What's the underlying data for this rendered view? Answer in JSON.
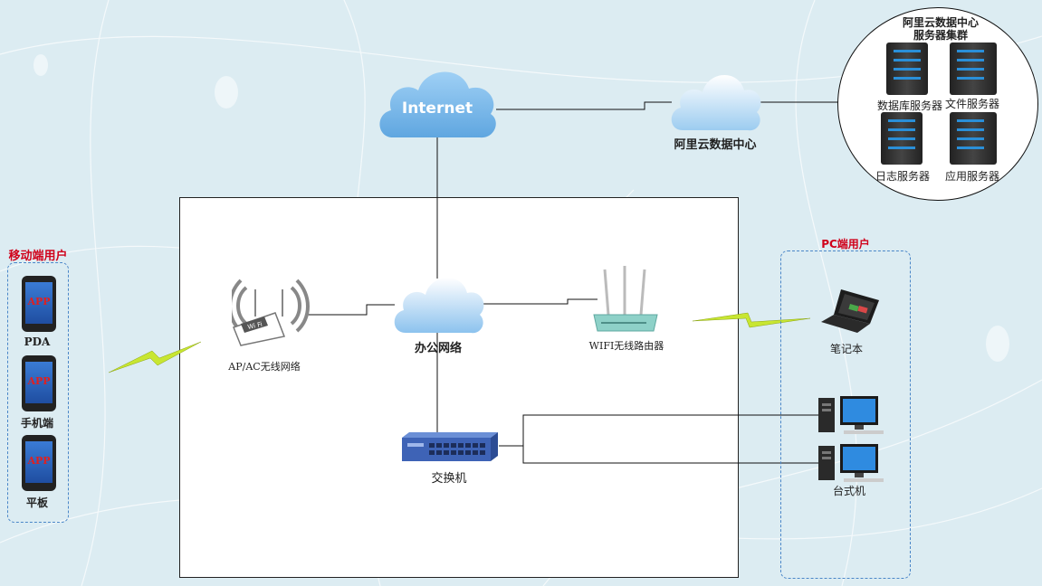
{
  "internet": {
    "label": "Internet"
  },
  "aliyun": {
    "label": "阿里云数据中心"
  },
  "cluster": {
    "title_line1": "阿里云数据中心",
    "title_line2": "服务器集群",
    "db": "数据库服务器",
    "file": "文件服务器",
    "log": "日志服务器",
    "app": "应用服务器"
  },
  "office": {
    "label": "办公网络"
  },
  "ap": {
    "label": "AP/AC无线网络"
  },
  "router": {
    "label": "WIFI无线路由器"
  },
  "switch": {
    "label": "交换机"
  },
  "mobile": {
    "title": "移动端用户",
    "app_text": "APP",
    "pda": "PDA",
    "phone": "手机端",
    "tablet": "平板"
  },
  "pc": {
    "title": "PC端用户",
    "laptop": "笔记本",
    "desktop": "台式机"
  },
  "colors": {
    "cloud": "#7fb8e8",
    "accent_red": "#d0021b",
    "dash": "#4a86c8"
  }
}
